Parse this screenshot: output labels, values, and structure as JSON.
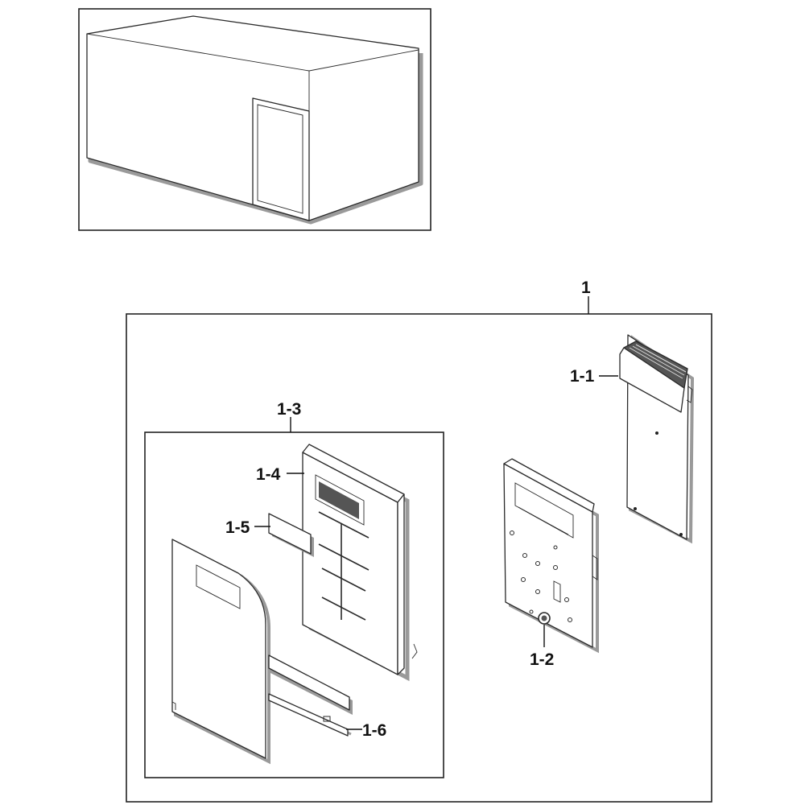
{
  "labels": {
    "assembly": "1",
    "sub_1_1": "1-1",
    "sub_1_2": "1-2",
    "sub_1_3": "1-3",
    "sub_1_4": "1-4",
    "sub_1_5": "1-5",
    "sub_1_6": "1-6"
  },
  "colors": {
    "line": "#222222",
    "part_fill": "#ffffff",
    "shadow": "#9a9a9a",
    "dark_part": "#555555"
  },
  "icons": {
    "overview": "microwave-oven-icon",
    "pcb": "circuit-board-icon",
    "bracket": "control-bracket-icon",
    "panel": "control-panel-icon",
    "window": "display-window-icon",
    "sheet": "membrane-sheet-icon"
  }
}
